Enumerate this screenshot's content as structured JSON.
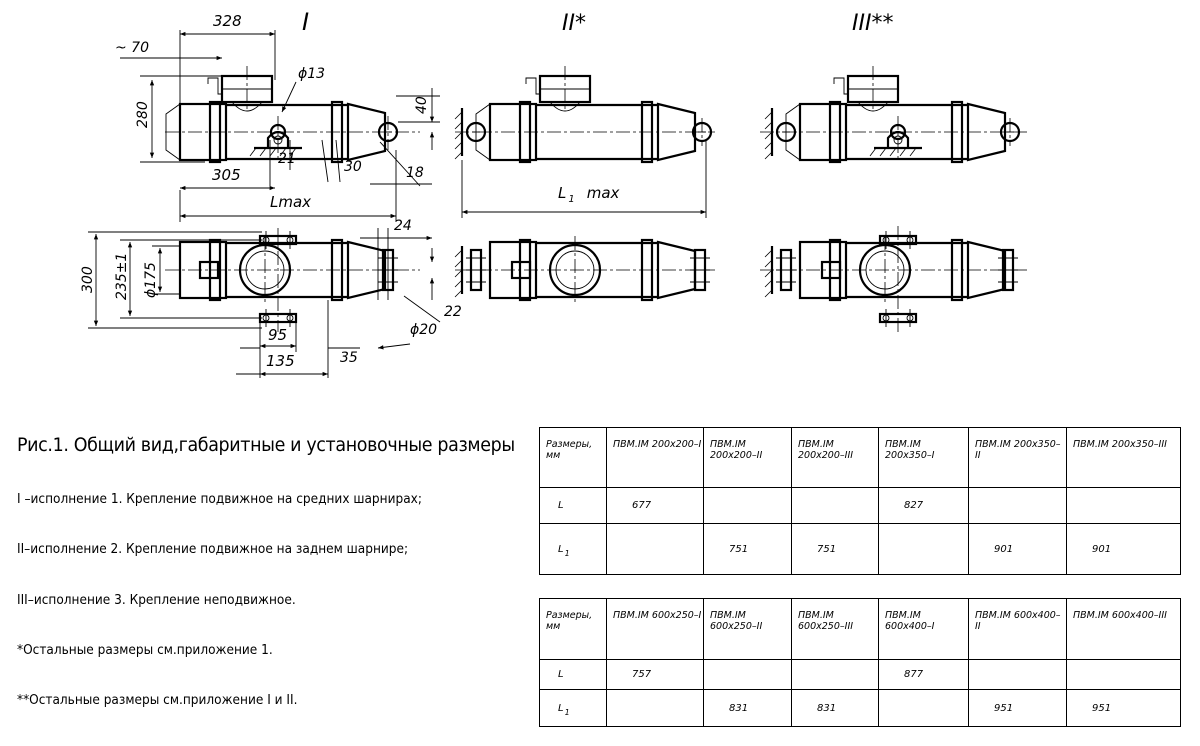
{
  "drawing": {
    "variant_labels": [
      "I",
      "II*",
      "III**"
    ],
    "dimensions": {
      "d328": "328",
      "d70": "~ 70",
      "d13": "ϕ13",
      "d280": "280",
      "d40": "40",
      "d21": "21",
      "d30": "30",
      "d18": "18",
      "d305": "305",
      "lmax": "Lmax",
      "l1max_main": "L",
      "l1max_sub": "1",
      "l1max_tail": "max",
      "d24": "24",
      "d300": "300",
      "d235": "235±1",
      "d175": "ϕ175",
      "d95": "95",
      "d135": "135",
      "d35": "35",
      "d22": "22",
      "d20": "ϕ20"
    }
  },
  "caption": "Рис.1. Общий вид,габаритные и установочные размеры",
  "notes": [
    "I –исполнение 1. Крепление подвижное на средних шарнирах;",
    "II–исполнение 2. Крепление подвижное на заднем шарнире;",
    "III–исполнение 3. Крепление неподвижное.",
    "*Остальные размеры см.приложение 1.",
    "**Остальные размеры см.приложение I и II."
  ],
  "table1": {
    "header_label": "Размеры, мм",
    "models": [
      "ПВМ.IМ 200х200–I",
      "ПВМ.IМ 200х200–II",
      "ПВМ.IМ 200х200–III",
      "ПВМ.IМ 200х350–I",
      "ПВМ.IМ 200х350–II",
      "ПВМ.IМ 200х350–III"
    ],
    "row_l_label": "L",
    "row_l1_label": "L",
    "row_l1_sub": "1",
    "row_l": [
      "677",
      "",
      "",
      "827",
      "",
      ""
    ],
    "row_l1": [
      "",
      "751",
      "751",
      "",
      "901",
      "901"
    ]
  },
  "table2": {
    "header_label": "Размеры, мм",
    "models": [
      "ПВМ.IМ 600х250–I",
      "ПВМ.IМ 600х250–II",
      "ПВМ.IМ 600х250–III",
      "ПВМ.IМ 600х400–I",
      "ПВМ.IМ 600х400–II",
      "ПВМ.IМ 600х400–III"
    ],
    "row_l_label": "L",
    "row_l1_label": "L",
    "row_l1_sub": "1",
    "row_l": [
      "757",
      "",
      "",
      "877",
      "",
      ""
    ],
    "row_l1": [
      "",
      "831",
      "831",
      "",
      "951",
      "951"
    ]
  }
}
